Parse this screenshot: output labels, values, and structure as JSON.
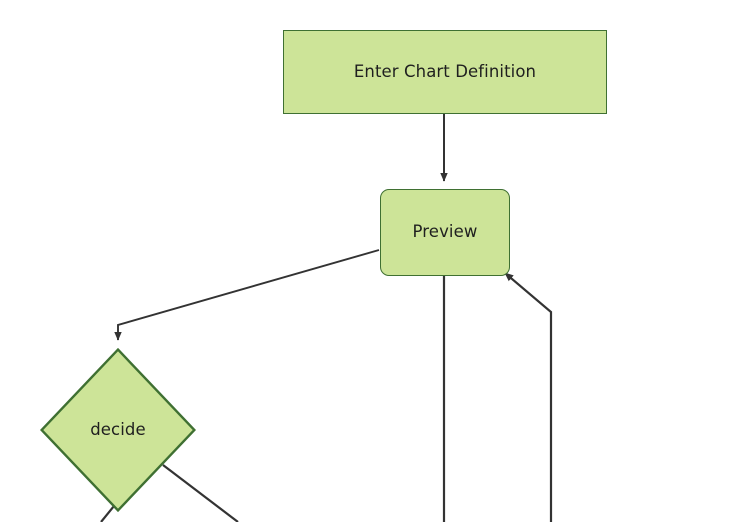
{
  "diagram": {
    "type": "flowchart",
    "background_color": "#ffffff",
    "node_fill_color": "#cde498",
    "node_border_color": "#3f7032",
    "edge_color": "#333333",
    "text_color": "#1f1f1f",
    "nodes": [
      {
        "id": "enter",
        "label": "Enter Chart Definition",
        "shape": "rectangle"
      },
      {
        "id": "preview",
        "label": "Preview",
        "shape": "rounded-rectangle"
      },
      {
        "id": "decide",
        "label": "decide",
        "shape": "diamond"
      }
    ],
    "edges": [
      {
        "id": "enter-to-preview",
        "from": "enter",
        "to": "preview",
        "arrow": "end",
        "label": ""
      },
      {
        "id": "preview-to-decide",
        "from": "preview",
        "to": "decide",
        "arrow": "end",
        "label": ""
      },
      {
        "id": "incoming-center-to-preview",
        "from": "offscreen-below",
        "to": "preview",
        "arrow": "end",
        "label": ""
      },
      {
        "id": "incoming-right-to-preview",
        "from": "offscreen-below-right",
        "to": "preview",
        "arrow": "end",
        "label": ""
      },
      {
        "id": "decide-to-offscreen-left",
        "from": "decide",
        "to": "offscreen-below",
        "arrow": "none",
        "label": ""
      },
      {
        "id": "decide-to-offscreen-right",
        "from": "decide",
        "to": "offscreen-below-right",
        "arrow": "none",
        "label": ""
      }
    ]
  }
}
